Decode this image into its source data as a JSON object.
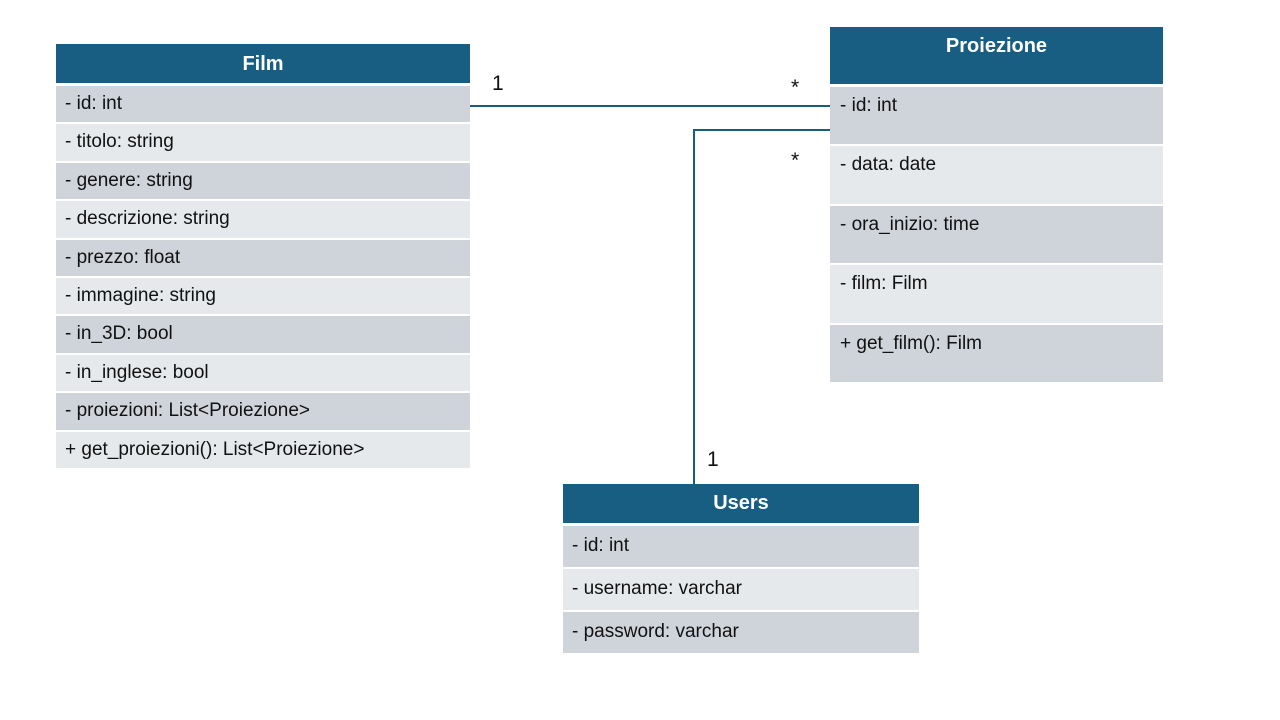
{
  "diagram": {
    "classes": {
      "film": {
        "name": "Film",
        "members": [
          "- id: int",
          "- titolo: string",
          "- genere: string",
          "- descrizione: string",
          "- prezzo: float",
          "- immagine: string",
          "- in_3D: bool",
          "- in_inglese: bool",
          "- proiezioni: List<Proiezione>",
          "+ get_proiezioni(): List<Proiezione>"
        ]
      },
      "proiezione": {
        "name": "Proiezione",
        "members": [
          "- id: int",
          "- data: date",
          "- ora_inizio: time",
          "- film: Film",
          "+ get_film(): Film"
        ]
      },
      "users": {
        "name": "Users",
        "members": [
          "- id: int",
          "- username: varchar",
          "- password: varchar"
        ]
      }
    },
    "associations": {
      "film_proiezione": {
        "film_end": "1",
        "proiezione_end": "*"
      },
      "users_proiezione": {
        "users_end": "1",
        "proiezione_end": "*"
      }
    },
    "colors": {
      "header": "#175e82",
      "row_dark": "#cfd3da",
      "row_light": "#e6e9ec",
      "connector": "#175e82"
    }
  }
}
